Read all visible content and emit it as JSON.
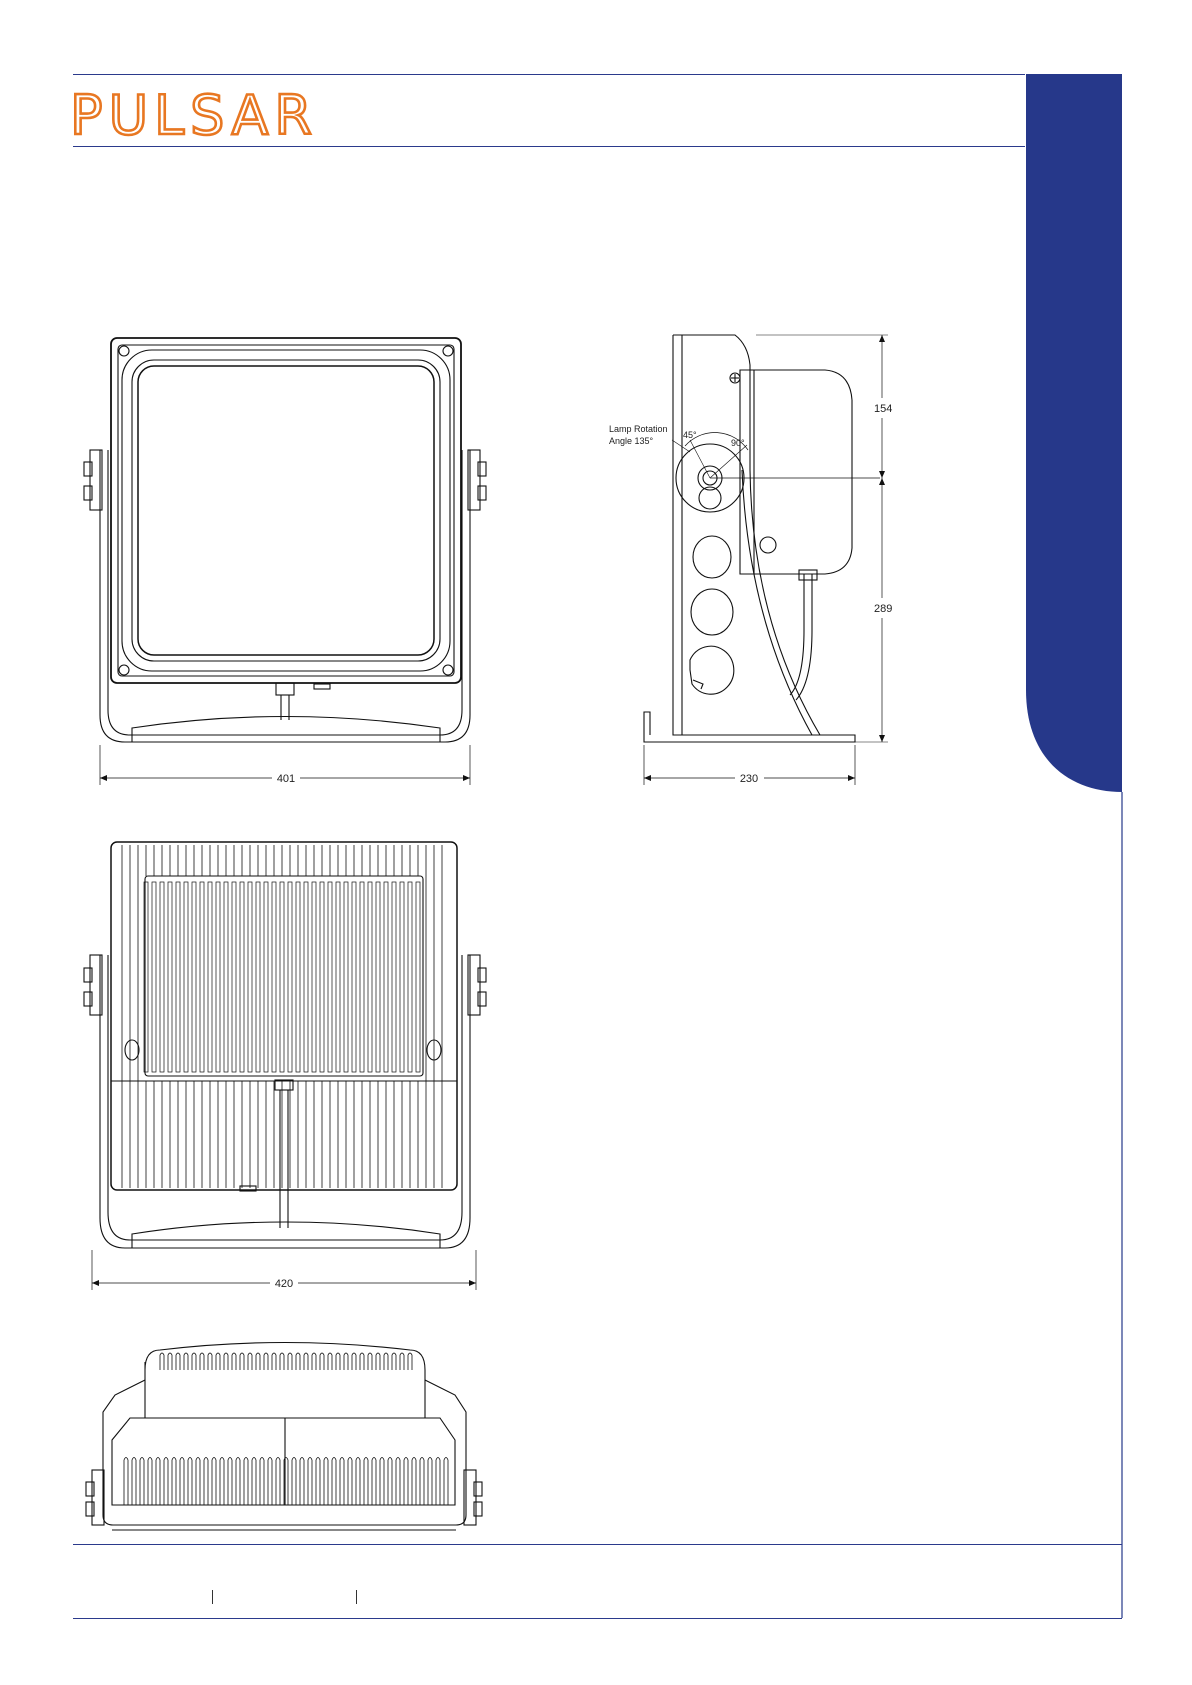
{
  "brand": {
    "logo_text": "PULSAR",
    "color": "#E87722"
  },
  "accent_color": "#26388A",
  "front_view": {
    "width_label": "401"
  },
  "side_view": {
    "lamp_rotation_label_line1": "Lamp Rotation",
    "lamp_rotation_label_line2": "Angle 135°",
    "angle_a": "45°",
    "angle_b": "90°",
    "height_upper": "154",
    "height_lower": "289",
    "depth_label": "230"
  },
  "rear_view": {
    "width_label": "420"
  }
}
